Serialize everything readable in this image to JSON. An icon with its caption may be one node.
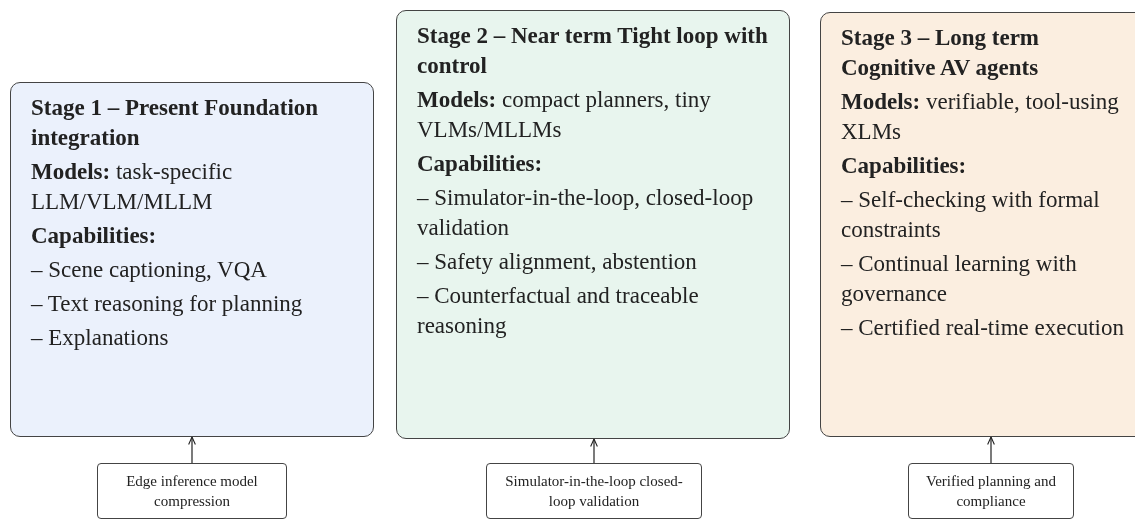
{
  "diagram": {
    "nodes": [
      {
        "text": [
          "Stage 1 – Present Foundation integration",
          "**Models:** task-specific LLM/VLM/MLLM",
          "Capabilities:",
          "– Scene captioning, VQA",
          "– Text reasoning for planning",
          "– Explanations"
        ]
      },
      {
        "text": [
          "Stage 2 – Near term Tight loop with control",
          "**Models:** compact planners, tiny VLMs/MLLMs",
          "Capabilities:",
          "– Simulator-in-the-loop, closed-loop validation",
          "– Safety alignment, abstention",
          "– Counterfactual and traceable reasoning"
        ]
      },
      {
        "text": [
          "Stage 3 – Long term Cognitive AV agents",
          "**Models:** verifiable, tool-using XLMs",
          "Capabilities:",
          "– Self-checking with formal constraints",
          "– Continual learning with governance",
          "– Certified real-time execution"
        ]
      },
      {
        "text": [
          "Edge inference model compression"
        ]
      },
      {
        "text": [
          "Simulator-in-the-loop closed-loop validation"
        ]
      },
      {
        "text": [
          "Verified planning and compliance"
        ]
      }
    ],
    "edges": [
      {
        "from": 3,
        "to": 0,
        "arrow": "to"
      },
      {
        "from": 4,
        "to": 1,
        "arrow": "to"
      },
      {
        "from": 5,
        "to": 2,
        "arrow": "to"
      }
    ]
  }
}
